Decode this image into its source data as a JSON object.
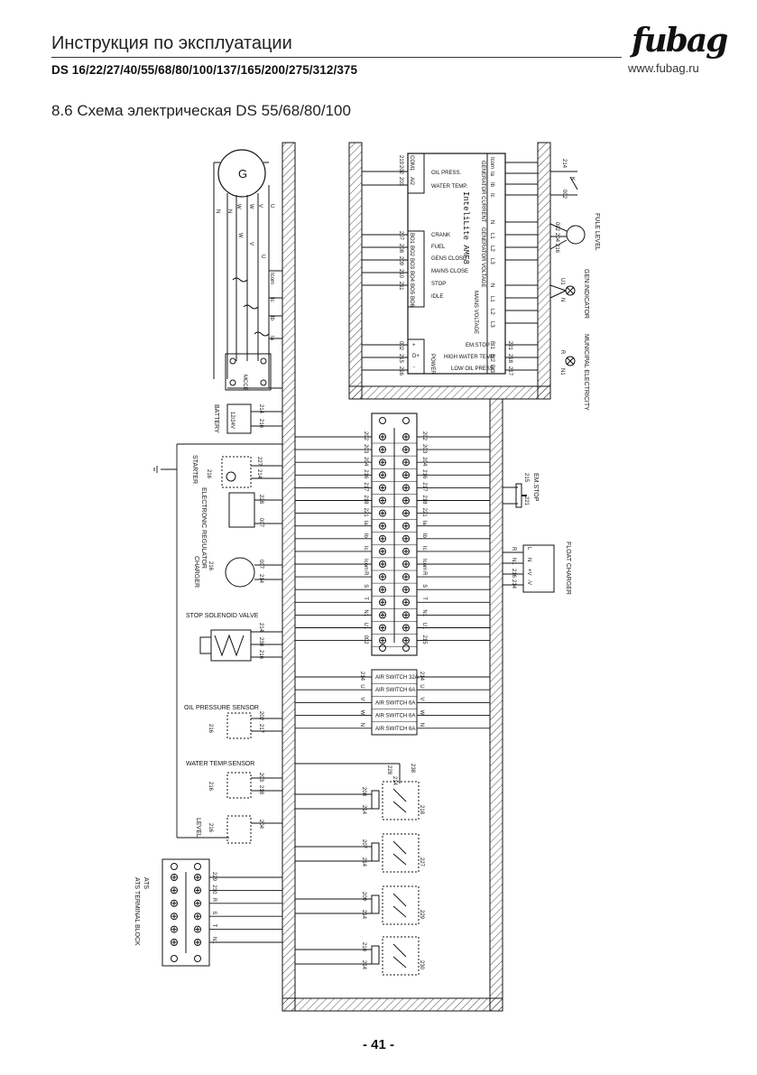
{
  "header": {
    "title": "Инструкция по эксплуатации",
    "models": "DS 16/22/27/40/55/68/80/100/137/165/200/275/312/375",
    "brand": "fubag",
    "url": "www.fubag.ru"
  },
  "section_title": "8.6 Схема электрическая DS 55/68/80/100",
  "page_number": "- 41 -",
  "controller": {
    "name": "InteliLite AMF8",
    "left_pins": [
      "COM1",
      "AI2",
      "AI1"
    ],
    "left_inputs": [
      "OIL PRESS.",
      "WATER TEMP."
    ],
    "output_pins": [
      "BO1",
      "BO2",
      "BO3",
      "BO4",
      "BO5",
      "BO6"
    ],
    "outputs": [
      "CRANK",
      "FUEL",
      "GENS CLOSE",
      "MAINS CLOSE",
      "STOP",
      "IDLE"
    ],
    "power_pins": [
      "+",
      "D+",
      "-"
    ],
    "power_label": "POWER",
    "top_pins": [
      "Icom",
      "Ia",
      "Ib",
      "Ic"
    ],
    "generator_current": "GENERATOR CURRENT",
    "generator_voltage": "GENERATOR VOLTAGE",
    "mains_voltage": "MAINS VOLTAGE",
    "gen_voltage_pins": [
      "N",
      "L1",
      "L2",
      "L3"
    ],
    "mains_voltage_pins": [
      "N",
      "L1",
      "L2",
      "L3"
    ],
    "bin_pins": [
      "BI1",
      "BI2",
      "BI3"
    ],
    "bin_inputs": [
      "EM.STOP",
      "HIGH WATER TEMP.",
      "LOW OIL PRESS."
    ]
  },
  "components": {
    "generator": "G",
    "battery": "BATTERY",
    "battery_voltage": "12/24V",
    "starter": "STARTER",
    "electronic_regulator": "ELECTRONIC REGULATOR",
    "charger": "CHARGER",
    "stop_solenoid": "STOP SOLENOID VALVE",
    "oil_pressure_sensor": "OIL PRESSURE SENSOR",
    "water_temp_sensor": "WATER TEMP.SENSOR",
    "level": "LEVEL",
    "ats_terminal_block": "ATS TERMINAL BLOCK",
    "ats": "ATS",
    "fuel_level": "FULE LEVEL",
    "gen_indicator": "GEN.INDICATOR",
    "municipal_electricity": "MUNICIPAL ELECTRICITY",
    "float_charger": "FLOAT CHARGER",
    "em_stop": "EM.STOP",
    "mccb": "MCCB"
  },
  "air_switches": [
    "AIR SWITCH 32A",
    "AIR SWITCH 6A",
    "AIR SWITCH 6A",
    "AIR SWITCH 6A",
    "AIR SWITCH 6A"
  ],
  "terminal_wires": [
    "202",
    "203",
    "204",
    "216",
    "217",
    "218",
    "221",
    "Ia",
    "Ib",
    "Ic",
    "Icom",
    "R",
    "S",
    "T",
    "N1",
    "U1",
    "002"
  ],
  "terminal_wires_right": [
    "202",
    "203",
    "204",
    "216",
    "217",
    "218",
    "221",
    "Ia",
    "Ib",
    "Ic",
    "Icom",
    "R",
    "S",
    "T",
    "N1",
    "U1",
    "215"
  ],
  "air_switch_left_wires": [
    "214",
    "U",
    "V",
    "W",
    "N"
  ],
  "ats_wires": [
    "229",
    "230",
    "R",
    "S",
    "T",
    "N1"
  ],
  "float_charger_pins": [
    "L",
    "N",
    "+V",
    "-V"
  ],
  "float_charger_wires": [
    "R",
    "N1",
    "216",
    "214"
  ],
  "fuel_level_wires": [
    "002",
    "204",
    "216"
  ],
  "gen_indicator_wires": [
    "U1",
    "N"
  ],
  "municipal_wires": [
    "R",
    "N1"
  ],
  "controller_left_wires_top": [
    "219",
    "202",
    "203"
  ],
  "controller_left_wires_mid": [
    "207",
    "208",
    "209",
    "210",
    "211"
  ],
  "controller_left_wires_bot": [
    "002",
    "215",
    "216"
  ],
  "controller_right_bin_wires": [
    "221",
    "218",
    "217"
  ],
  "k_relay": "K",
  "k_wire": "214",
  "k_wire2": "002",
  "em_stop_wires": [
    "215",
    "221"
  ],
  "relays": [
    {
      "coil_top": "208",
      "coil_bot": "214",
      "contact": "218",
      "contact2": "214"
    },
    {
      "coil_top": "207",
      "coil_bot": "214",
      "contact": "227"
    },
    {
      "coil_top": "209",
      "coil_bot": "214",
      "contact": "229"
    },
    {
      "coil_top": "210",
      "coil_bot": "214",
      "contact": "230"
    }
  ],
  "relay_aux": [
    "238",
    "228",
    "214"
  ],
  "starter_wires": [
    "227",
    "214",
    "216"
  ],
  "regulator_wires": [
    "228",
    "007"
  ],
  "charger_wires": [
    "007",
    "214",
    "216"
  ],
  "solenoid_wires": [
    "214",
    "238",
    "216"
  ],
  "oil_wires": [
    "202",
    "217",
    "216"
  ],
  "water_wires": [
    "203",
    "218",
    "216"
  ],
  "level_wires": [
    "204",
    "216"
  ],
  "battery_wires": [
    "214",
    "216"
  ],
  "gen_wires": [
    "N",
    "N",
    "W",
    "W",
    "V",
    "U"
  ],
  "gen_line_labels": [
    "W",
    "V",
    "U",
    "Icom",
    "Ic",
    "Ib",
    "Ia"
  ]
}
